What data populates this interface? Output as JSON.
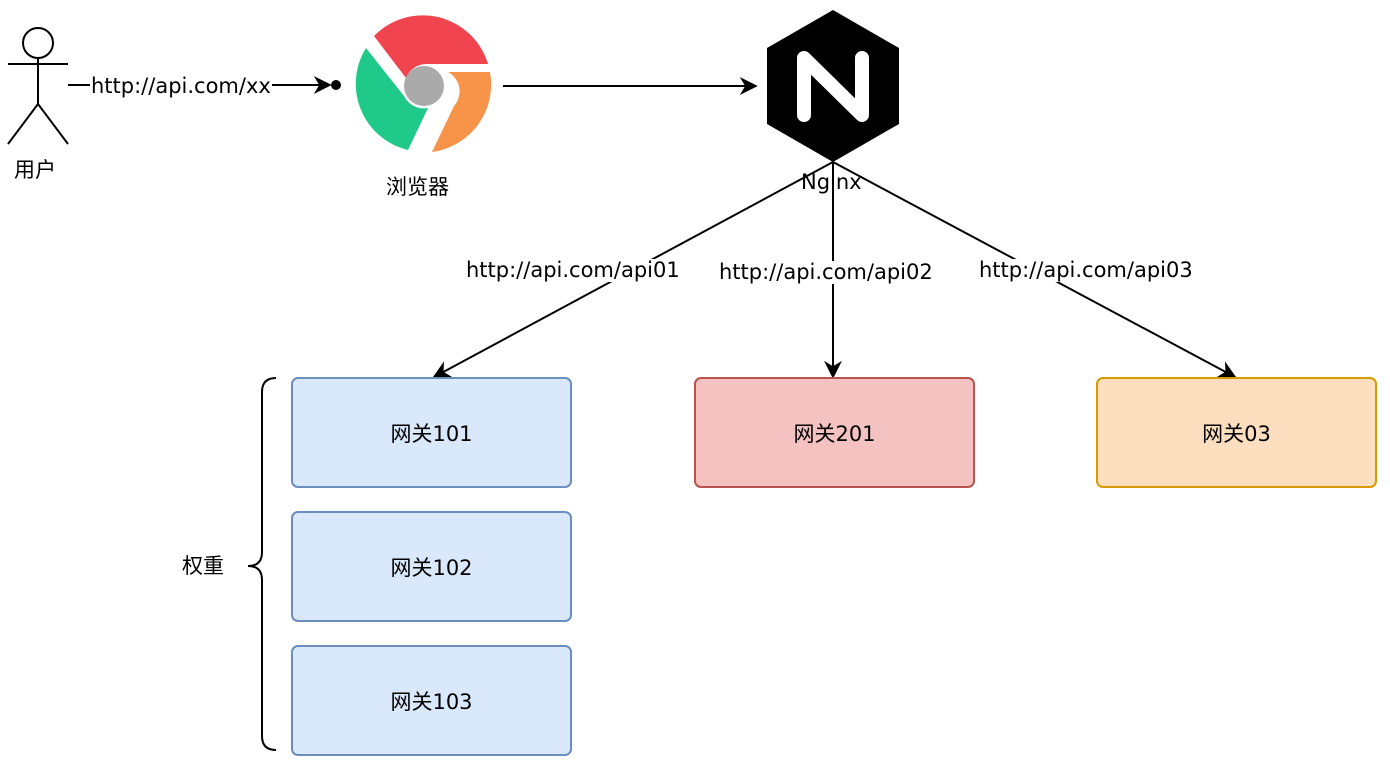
{
  "nodes": {
    "user": {
      "label": "用户",
      "icon": "actor-icon"
    },
    "browser": {
      "label": "浏览器",
      "icon": "chrome-browser-icon",
      "colors": {
        "red": "#f0454f",
        "green": "#1fc98a",
        "orange": "#f8944a",
        "center": "#aaaaaa"
      }
    },
    "nginx": {
      "label": "Nginx",
      "icon": "nginx-hexagon-icon"
    },
    "gateways": [
      {
        "id": "gw101",
        "label": "网关101",
        "fill": "#d3e3f9",
        "stroke": "#6c8ebf"
      },
      {
        "id": "gw102",
        "label": "网关102",
        "fill": "#d3e3f9",
        "stroke": "#6c8ebf"
      },
      {
        "id": "gw103",
        "label": "网关103",
        "fill": "#d3e3f9",
        "stroke": "#6c8ebf"
      },
      {
        "id": "gw201",
        "label": "网关201",
        "fill": "#f4c2c1",
        "stroke": "#b85450"
      },
      {
        "id": "gw03",
        "label": "网关03",
        "fill": "#fddfbf",
        "stroke": "#d79b00"
      }
    ],
    "weight_group": {
      "label": "权重"
    }
  },
  "edges": [
    {
      "from": "user",
      "to": "browser",
      "label": "http://api.com/xx"
    },
    {
      "from": "browser",
      "to": "nginx",
      "label": ""
    },
    {
      "from": "nginx",
      "to": "gw101",
      "label": "http://api.com/api01"
    },
    {
      "from": "nginx",
      "to": "gw201",
      "label": "http://api.com/api02"
    },
    {
      "from": "nginx",
      "to": "gw03",
      "label": "http://api.com/api03"
    }
  ]
}
